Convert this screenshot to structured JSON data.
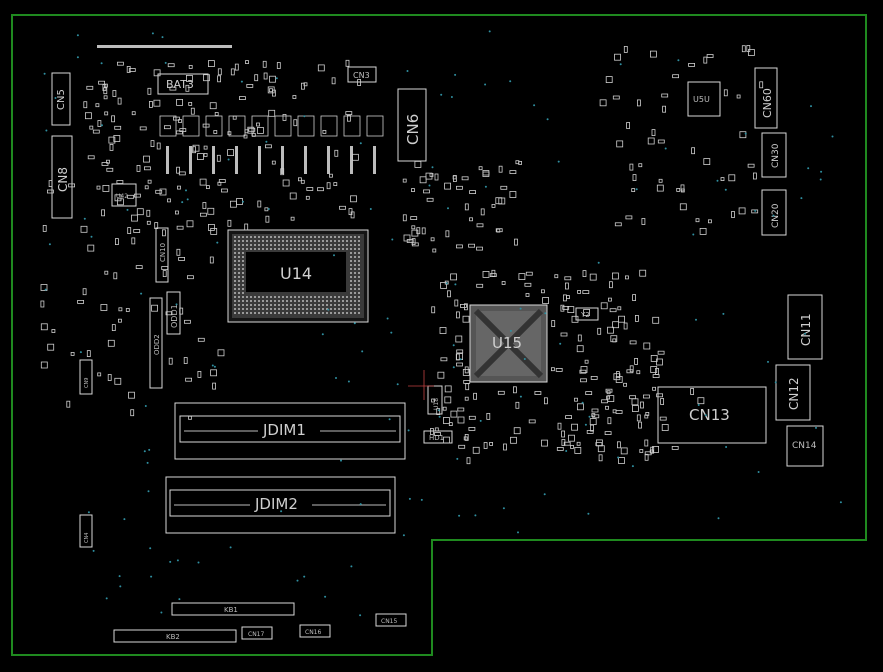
{
  "colors": {
    "background": "#000000",
    "outline": "#1f8a1f",
    "silkscreen": "#d8d8d8",
    "via": "#2f8fa0"
  },
  "labels": {
    "u14": "U14",
    "u15": "U15",
    "jdim1": "JDIM1",
    "jdim2": "JDIM2",
    "cn13": "CN13",
    "cn6": "CN6",
    "cn5": "CN5",
    "cn8": "CN8",
    "cn3": "CN3",
    "bat3": "BAT3",
    "u42": "U42",
    "cn10": "CN10",
    "odd1": "ODD1",
    "odd2": "ODD2",
    "cn12": "CN12",
    "cn11": "CN11",
    "cn14": "CN14",
    "cn20": "CN20",
    "cn30": "CN30",
    "cn60": "CN60",
    "u50": "U5U",
    "u18": "U18",
    "hd1": "HD1",
    "y2": "Y2",
    "kb1": "KB1",
    "kb2": "KB2",
    "cn15": "CN15",
    "cn16": "CN16",
    "cn17": "CN17",
    "cn19": "CN19",
    "cn9": "CN9",
    "cn4": "CN4"
  }
}
